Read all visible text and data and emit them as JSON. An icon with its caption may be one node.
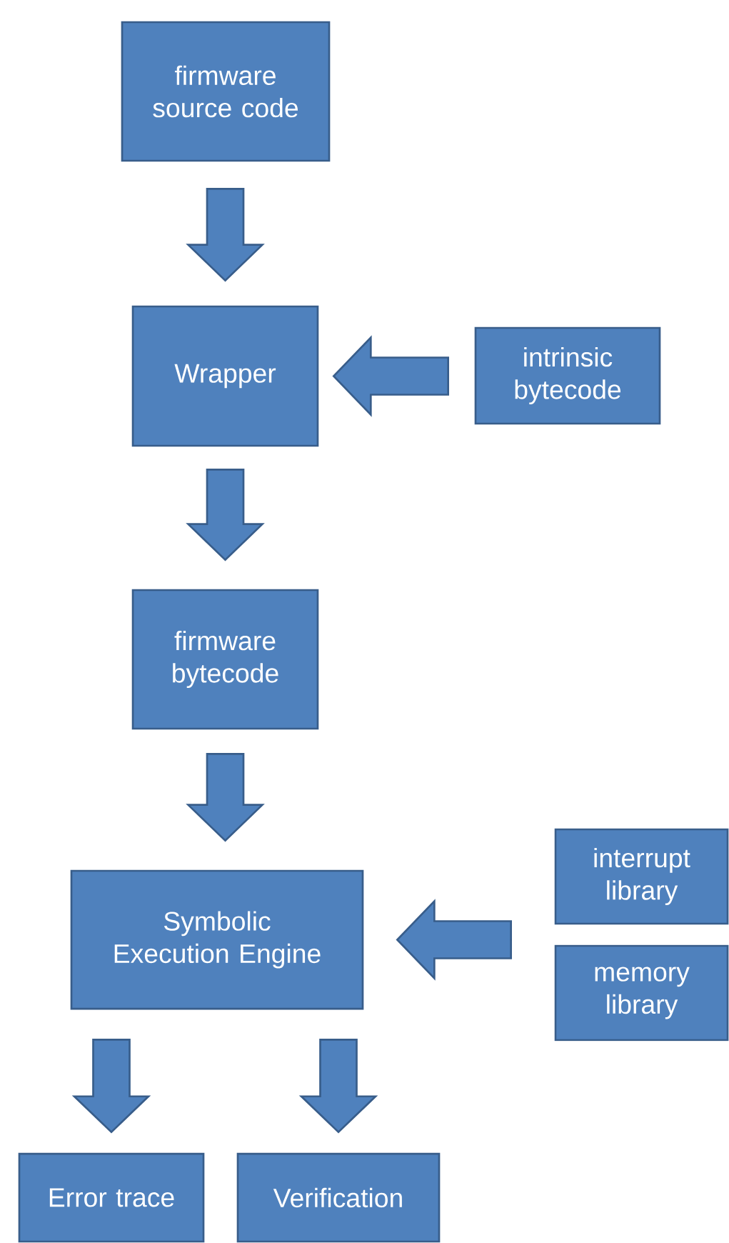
{
  "diagram": {
    "nodes": [
      {
        "text": [
          "firmware source code"
        ]
      },
      {
        "text": [
          "Wrapper"
        ]
      },
      {
        "text": [
          "intrinsic bytecode"
        ]
      },
      {
        "text": [
          "firmware bytecode"
        ]
      },
      {
        "text": [
          "Symbolic Execution Engine"
        ]
      },
      {
        "text": [
          "interrupt library"
        ]
      },
      {
        "text": [
          "memory library"
        ]
      },
      {
        "text": [
          "Error trace"
        ]
      },
      {
        "text": [
          "Verification"
        ]
      }
    ],
    "edges": [
      {
        "from": 0,
        "to": 1,
        "arrow": "to"
      },
      {
        "from": 2,
        "to": 1,
        "arrow": "to"
      },
      {
        "from": 1,
        "to": 3,
        "arrow": "to"
      },
      {
        "from": 3,
        "to": 4,
        "arrow": "to"
      },
      {
        "from": 5,
        "to": 4,
        "arrow": "to"
      },
      {
        "from": 6,
        "to": 4,
        "arrow": "to"
      },
      {
        "from": 4,
        "to": 7,
        "arrow": "to"
      },
      {
        "from": 4,
        "to": 8,
        "arrow": "to"
      }
    ]
  }
}
